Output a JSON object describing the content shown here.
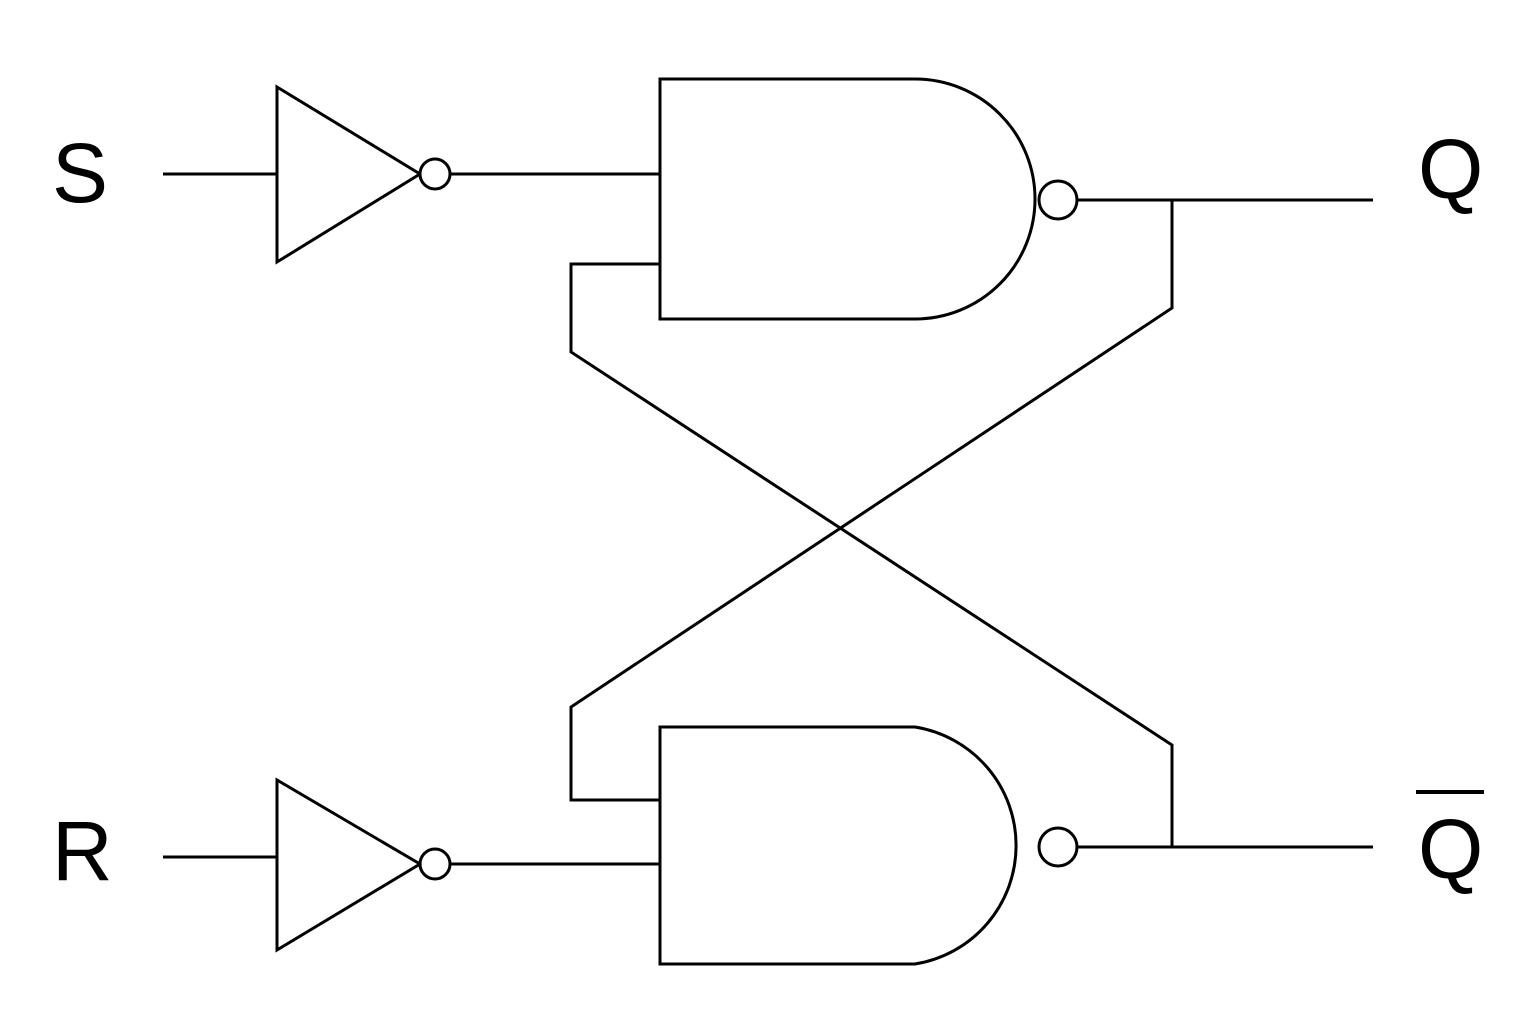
{
  "labels": {
    "set_input": "S",
    "reset_input": "R",
    "q_output": "Q",
    "q_bar_output": "Q"
  },
  "colors": {
    "stroke": "#000000",
    "background": "#ffffff"
  }
}
